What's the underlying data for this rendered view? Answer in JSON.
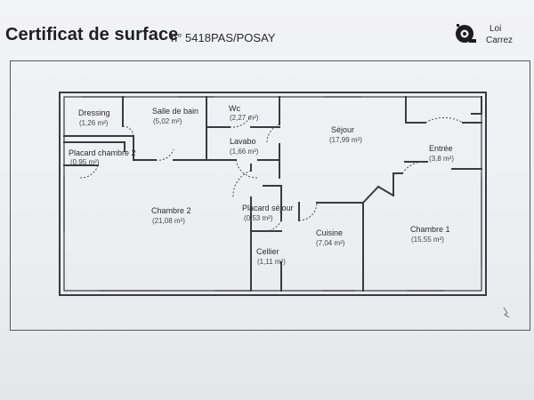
{
  "header": {
    "title": "Certificat de surface",
    "number": "n° 5418PAS/POSAY",
    "logo": {
      "icon": "tape-measure-icon",
      "line1": "Loi",
      "line2": "Carrez"
    }
  },
  "rooms": {
    "dressing": {
      "name": "Dressing",
      "area": "(1,26 m²)"
    },
    "salle_de_bain": {
      "name": "Salle de bain",
      "area": "(5,02 m²)"
    },
    "wc": {
      "name": "Wc",
      "area": "(2,27 m²)"
    },
    "lavabo": {
      "name": "Lavabo",
      "area": "(1,66 m²)"
    },
    "placard_chambre_2": {
      "name": "Placard chambre 2",
      "area": "(0,95 m²)"
    },
    "chambre_2": {
      "name": "Chambre 2",
      "area": "(21,08 m²)"
    },
    "placard_sejour": {
      "name": "Placard séjour",
      "area": "(0,53 m²)"
    },
    "cellier": {
      "name": "Cellier",
      "area": "(1,11 m²)"
    },
    "sejour": {
      "name": "Séjour",
      "area": "(17,99 m²)"
    },
    "cuisine": {
      "name": "Cuisine",
      "area": "(7,04 m²)"
    },
    "entree": {
      "name": "Entrée",
      "area": "(3,8 m²)"
    },
    "chambre_1": {
      "name": "Chambre 1",
      "area": "(15,55 m²)"
    }
  }
}
